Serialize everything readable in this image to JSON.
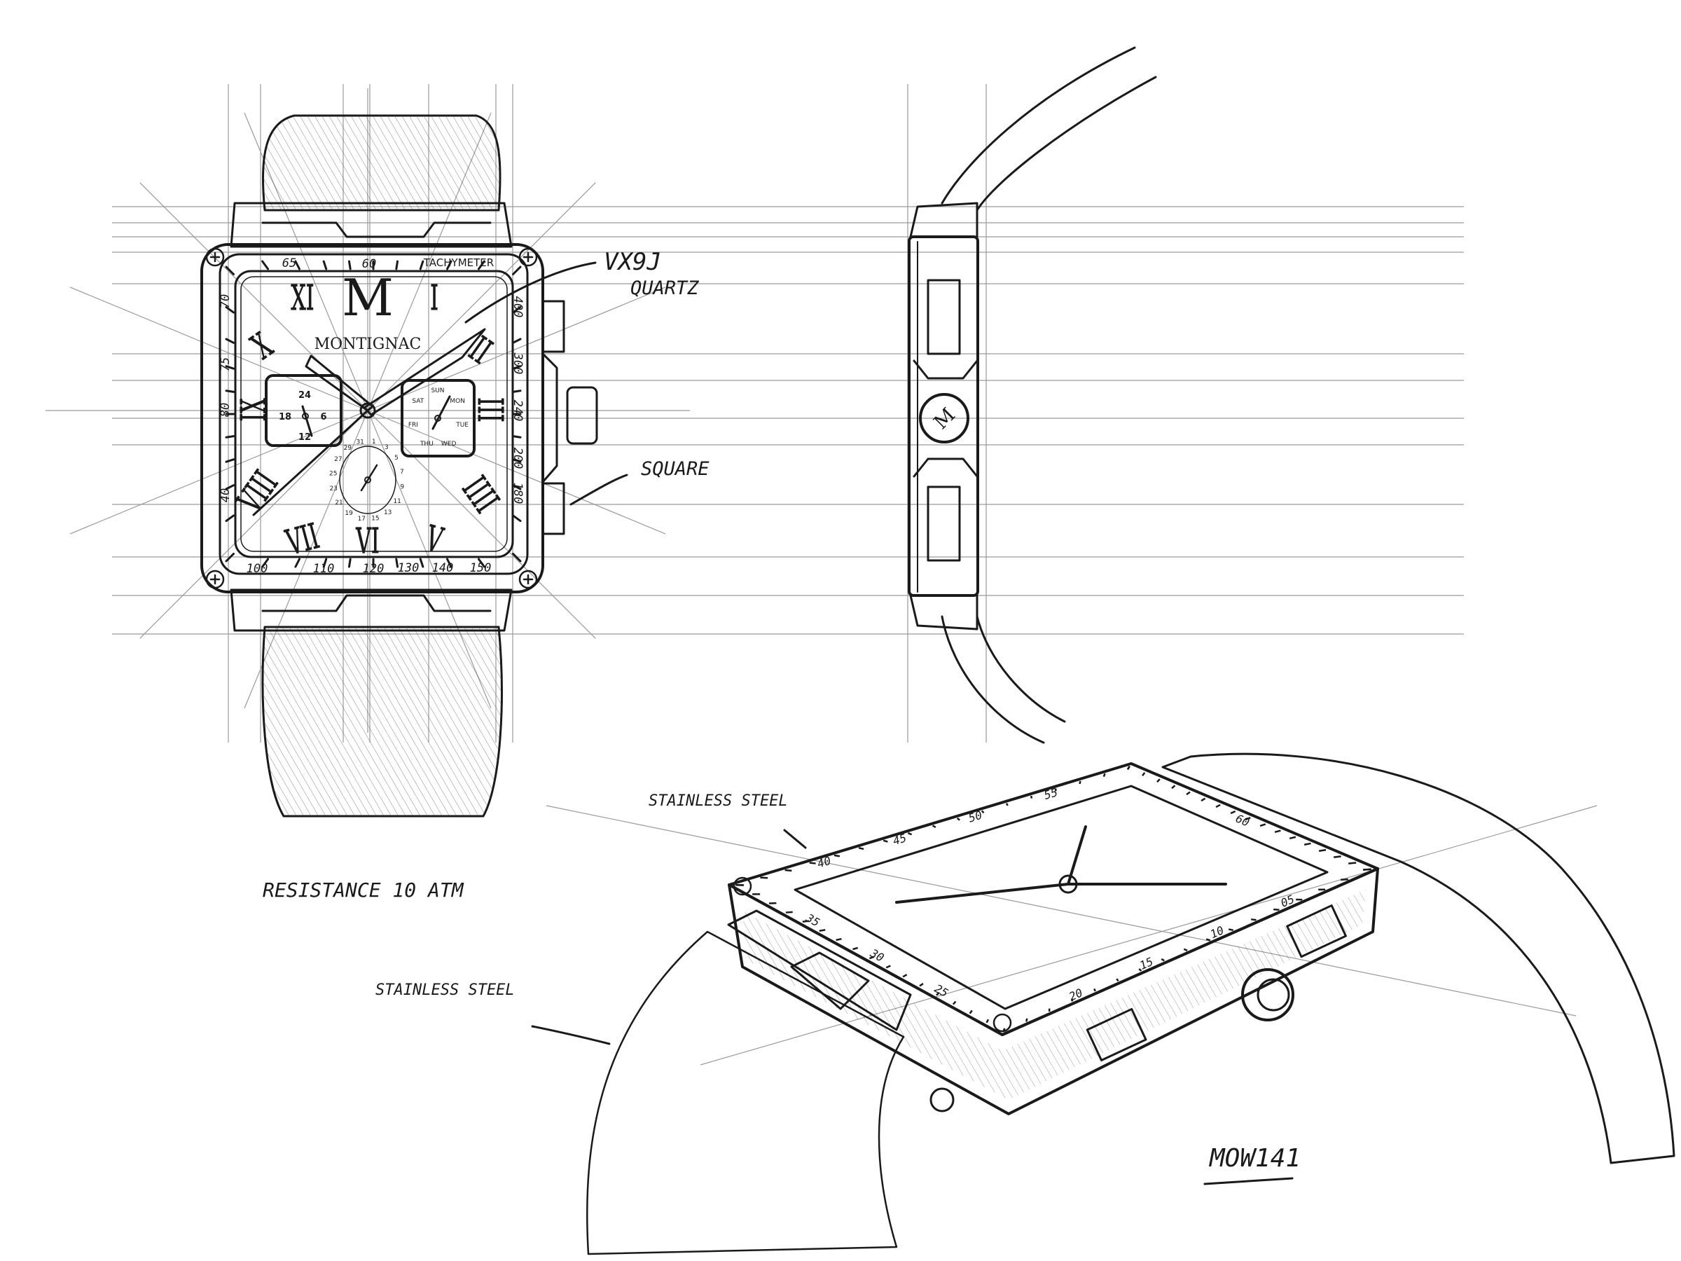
{
  "annotations": {
    "movement_model": "VX9J",
    "movement_type": "QUARTZ",
    "case_shape": "SQUARE",
    "bezel_material": "STAINLESS STEEL",
    "water_resistance": "RESISTANCE 10 ATM",
    "strap_material": "STAINLESS STEEL",
    "model_code": "MOW141"
  },
  "dial": {
    "brand": "MONTIGNAC",
    "logo": "M",
    "numerals": {
      "xi": "XI",
      "i": "I",
      "x": "X",
      "ii": "II",
      "ix": "IX",
      "iii": "III",
      "viii": "VIII",
      "iiii": "IIII",
      "vii": "VII",
      "vi": "VI",
      "v": "V"
    },
    "bezel_title": "TACHYMETER",
    "bezel_top": [
      "65",
      "60"
    ],
    "bezel_left": [
      "70",
      "75",
      "80",
      "40"
    ],
    "bezel_right": [
      "400",
      "300",
      "240",
      "200",
      "180"
    ],
    "bezel_bottom": [
      "100",
      "110",
      "120",
      "130",
      "140",
      "150"
    ],
    "subdial_24h": [
      "24",
      "6",
      "12",
      "18"
    ],
    "subdial_day": [
      "SUN",
      "MON",
      "TUE",
      "WED",
      "THU",
      "FRI",
      "SAT"
    ],
    "subdial_date": [
      "1",
      "3",
      "5",
      "7",
      "9",
      "11",
      "13",
      "15",
      "17",
      "19",
      "21",
      "23",
      "25",
      "27",
      "29",
      "31"
    ]
  },
  "perspective_bezel": [
    "55",
    "50",
    "45",
    "40",
    "35",
    "30",
    "25",
    "20",
    "15",
    "10",
    "05",
    "60"
  ],
  "colors": {
    "ink": "#1a1a1a",
    "guide": "#9a9a9a",
    "paper": "#ffffff"
  }
}
